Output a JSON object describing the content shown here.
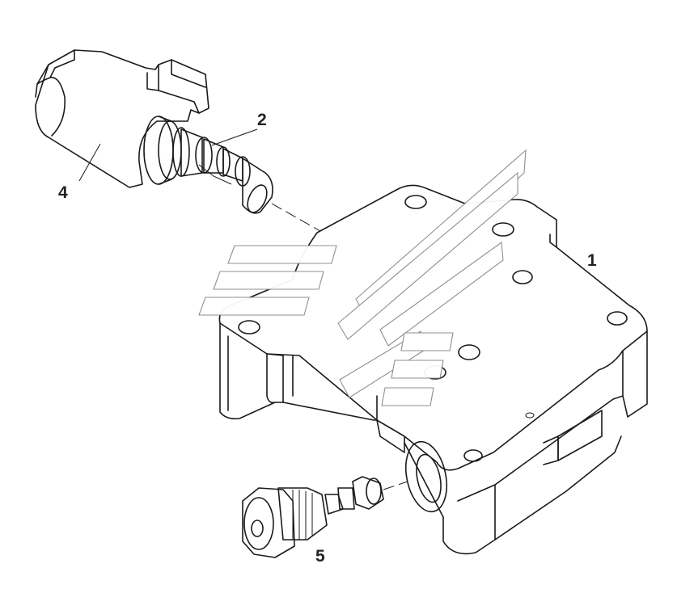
{
  "callouts": {
    "part_1": "1",
    "part_2": "2",
    "part_4": "4",
    "part_5": "5"
  },
  "icons": {
    "watermark": "stylized-brand-logo-watermark"
  }
}
